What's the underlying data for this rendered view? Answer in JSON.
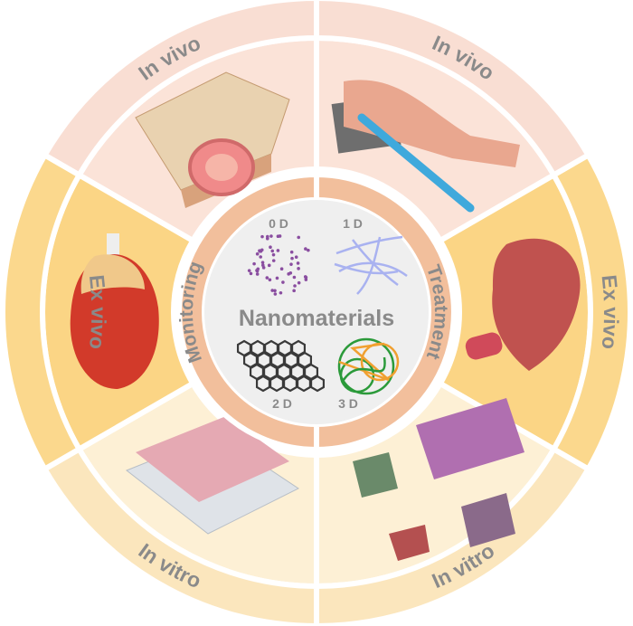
{
  "center": {
    "title": "Nanomaterials",
    "dims": [
      "0 D",
      "1 D",
      "2 D",
      "3 D"
    ]
  },
  "ring": {
    "left": "Monitoring",
    "right": "Treatment"
  },
  "sectors": [
    {
      "label": "In vivo",
      "side": "monitoring",
      "color": "#fbe3d8",
      "outer": "#f9ded3"
    },
    {
      "label": "In vivo",
      "side": "treatment",
      "color": "#fbe3d8",
      "outer": "#f9ded3"
    },
    {
      "label": "Ex vivo",
      "side": "treatment",
      "color": "#fbd585",
      "outer": "#fbd88d"
    },
    {
      "label": "In vitro",
      "side": "treatment",
      "color": "#fdf0d5",
      "outer": "#fbe6bd"
    },
    {
      "label": "In vitro",
      "side": "monitoring",
      "color": "#fdf0d5",
      "outer": "#fbe6bd"
    },
    {
      "label": "Ex vivo",
      "side": "monitoring",
      "color": "#fbd585",
      "outer": "#fbd88d"
    }
  ],
  "colors": {
    "ring": "#f2bf9c",
    "core": "#efefef",
    "text": "#8a8a8a"
  }
}
